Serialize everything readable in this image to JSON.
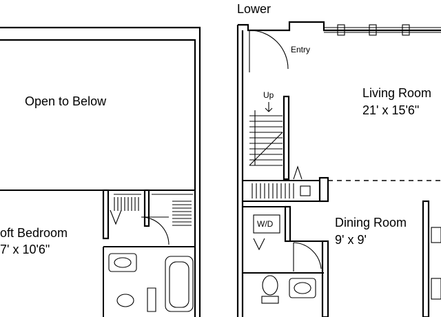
{
  "labels": {
    "lower": "Lower",
    "entry": "Entry",
    "open_to_below": "Open to Below",
    "loft_bedroom_name": "oft Bedroom",
    "loft_bedroom_dims": "7' x 10'6\"",
    "living_room_name": "Living Room",
    "living_room_dims": "21' x 15'6\"",
    "up": "Up",
    "wd": "W/D",
    "dining_room_name": "Dining Room",
    "dining_room_dims": "9' x 9'"
  }
}
